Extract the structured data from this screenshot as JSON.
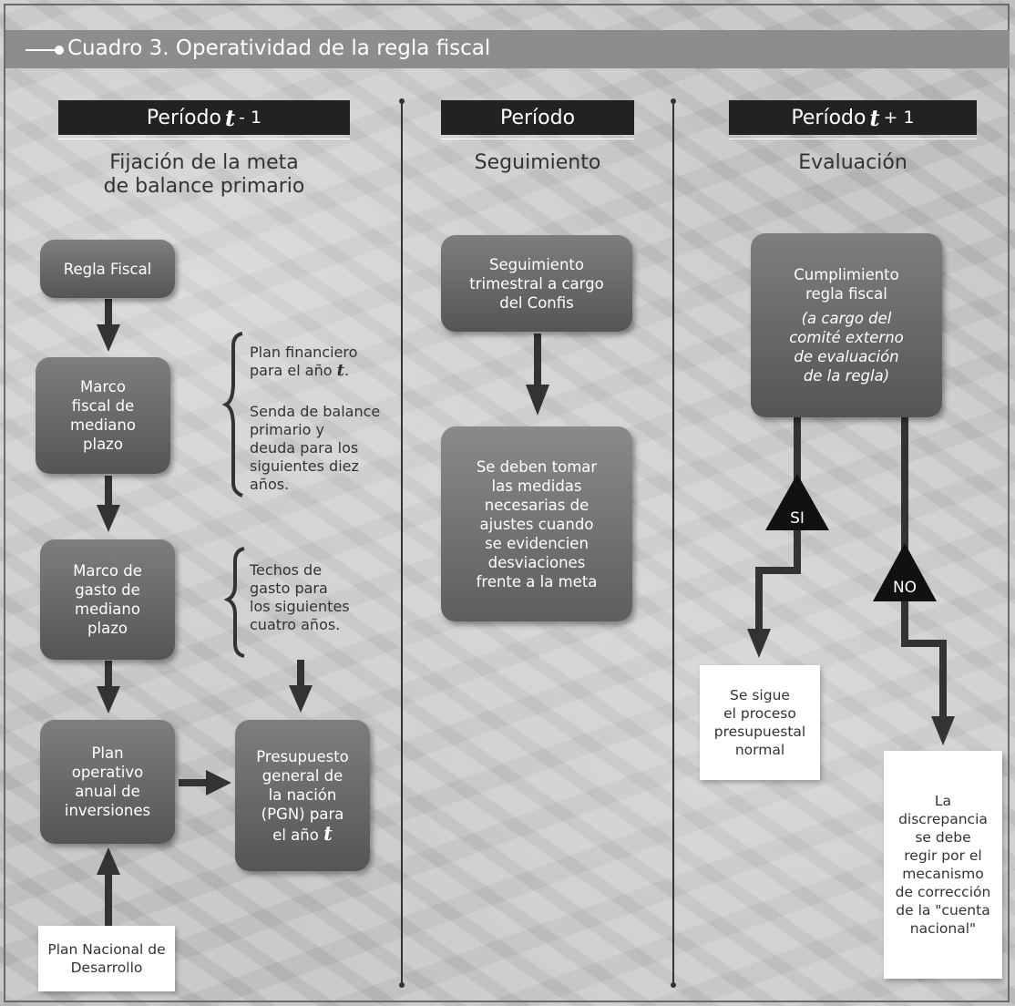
{
  "title": "Cuadro 3. Operatividad de la regla fiscal",
  "columns": [
    {
      "header_prefix": "Período",
      "header_var": "t",
      "header_suffix": "- 1",
      "subtitle_line1": "Fijación de la meta",
      "subtitle_line2": "de balance primario"
    },
    {
      "header_prefix": "Período",
      "header_var": "",
      "header_suffix": "",
      "subtitle_line1": "Seguimiento",
      "subtitle_line2": ""
    },
    {
      "header_prefix": "Período",
      "header_var": "t",
      "header_suffix": "+ 1",
      "subtitle_line1": "Evaluación",
      "subtitle_line2": ""
    }
  ],
  "col1": {
    "regla_fiscal": "Regla Fiscal",
    "marco_fiscal": [
      "Marco",
      "fiscal de",
      "mediano",
      "plazo"
    ],
    "marco_gasto": [
      "Marco de",
      "gasto de",
      "mediano",
      "plazo"
    ],
    "plan_operativo": [
      "Plan",
      "operativo",
      "anual de",
      "inversiones"
    ],
    "presupuesto": [
      "Presupuesto",
      "general de",
      "la nación",
      "(PGN) para",
      "el año"
    ],
    "presupuesto_var": "t",
    "plan_nacional": [
      "Plan Nacional de",
      "Desarrollo"
    ],
    "note1": {
      "line1": "Plan financiero",
      "line2": "para el año",
      "var": "t",
      "line2_end": "."
    },
    "note2": [
      "Senda de balance",
      "primario y",
      "deuda para los",
      "siguientes diez",
      "años."
    ],
    "note3": [
      "Techos de",
      "gasto para",
      "los siguientes",
      "cuatro años."
    ]
  },
  "col2": {
    "seguimiento": [
      "Seguimiento",
      "trimestral a cargo",
      "del Confis"
    ],
    "medidas": [
      "Se deben tomar",
      "las medidas",
      "necesarias de",
      "ajustes cuando",
      "se evidencien",
      "desviaciones",
      "frente a la meta"
    ]
  },
  "col3": {
    "cumplimiento": [
      "Cumplimiento",
      "regla fiscal"
    ],
    "cumplimiento_italic": [
      "(a cargo del",
      "comité externo",
      "de evaluación",
      "de la regla)"
    ],
    "si_label": "SI",
    "no_label": "NO",
    "sigue": [
      "Se sigue",
      "el proceso",
      "presupuestal",
      "normal"
    ],
    "discrepancia": [
      "La",
      "discrepancia",
      "se debe",
      "regir por el",
      "mecanismo",
      "de corrección",
      "de la \"cuenta",
      "nacional\""
    ]
  }
}
